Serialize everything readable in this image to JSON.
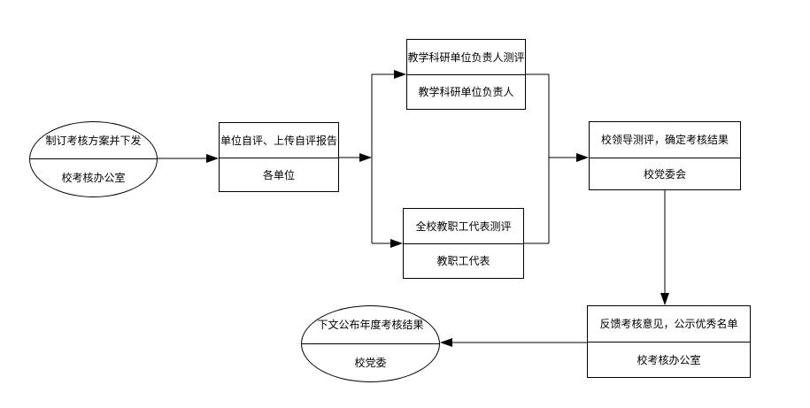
{
  "colors": {
    "background": "#ffffff",
    "line": "#000000",
    "text": "#000000"
  },
  "flowchart": {
    "nodes": {
      "start": {
        "shape": "ellipse",
        "action": "制订考核方案并下发",
        "actor": "校考核办公室"
      },
      "self_eval": {
        "shape": "rect",
        "action": "单位自评、上传自评报告",
        "actor": "各单位"
      },
      "unit_leader_eval": {
        "shape": "rect",
        "action": "教学科研单位负责人测评",
        "actor": "教学科研单位负责人"
      },
      "staff_rep_eval": {
        "shape": "rect",
        "action": "全校教职工代表测评",
        "actor": "教职工代表"
      },
      "school_leader_eval": {
        "shape": "rect",
        "action": "校领导测评，确定考核结果",
        "actor": "校党委会"
      },
      "feedback": {
        "shape": "rect",
        "action": "反馈考核意见，公示优秀名单",
        "actor": "校考核办公室"
      },
      "end": {
        "shape": "ellipse",
        "action": "下文公布年度考核结果",
        "actor": "校党委"
      }
    },
    "edges": [
      {
        "from": "start",
        "to": "self_eval"
      },
      {
        "from": "self_eval",
        "to": "unit_leader_eval"
      },
      {
        "from": "self_eval",
        "to": "staff_rep_eval"
      },
      {
        "from": "unit_leader_eval",
        "to": "school_leader_eval"
      },
      {
        "from": "staff_rep_eval",
        "to": "school_leader_eval"
      },
      {
        "from": "school_leader_eval",
        "to": "feedback"
      },
      {
        "from": "feedback",
        "to": "end"
      }
    ]
  }
}
